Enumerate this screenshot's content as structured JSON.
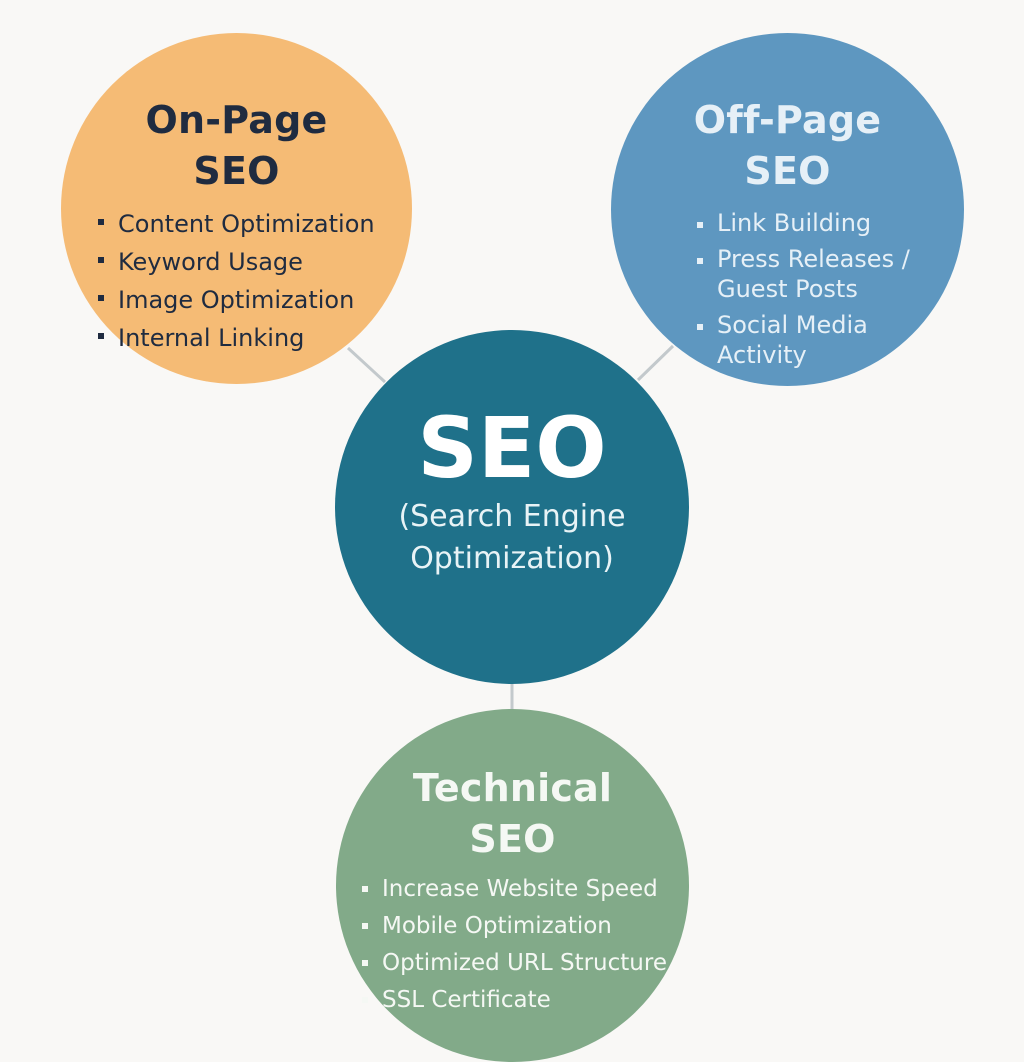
{
  "diagram": {
    "center": {
      "title": "SEO",
      "subtitle_line1": "(Search Engine",
      "subtitle_line2": "Optimization)"
    },
    "on_page": {
      "title_line1": "On-Page",
      "title_line2": "SEO",
      "items": [
        "Content Optimization",
        "Keyword Usage",
        "Image Optimization",
        "Internal Linking"
      ]
    },
    "off_page": {
      "title_line1": "Off-Page",
      "title_line2": "SEO",
      "items": [
        "Link Building",
        "Press Releases /",
        "Guest Posts",
        "Social Media",
        "Activity"
      ]
    },
    "technical": {
      "title_line1": "Technical",
      "title_line2": "SEO",
      "items": [
        "Increase Website Speed",
        "Mobile Optimization",
        "Optimized URL Structure",
        "SSL Certificate"
      ]
    }
  },
  "colors": {
    "background": "#f9f8f6",
    "on_page": "#f5bb75",
    "off_page": "#5e97c0",
    "center": "#1f718a",
    "technical": "#82aa89",
    "connector": "#c3c9cc"
  }
}
